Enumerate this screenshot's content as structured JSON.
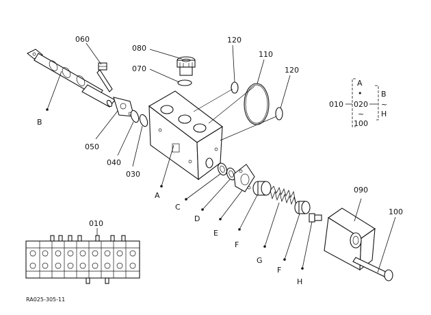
{
  "callouts": {
    "p010_top": "010",
    "p020": "020",
    "p030": "030",
    "p040": "040",
    "p050": "050",
    "p060": "060",
    "p070": "070",
    "p080": "080",
    "p090": "090",
    "p100": "100",
    "p100_legend": "100",
    "p110": "110",
    "p120_left": "120",
    "p120_right": "120",
    "p010_inset": "010"
  },
  "letters": {
    "A": "A",
    "A_legend": "A",
    "B": "B",
    "B_legend": "B",
    "C": "C",
    "D": "D",
    "E": "E",
    "F1": "F",
    "F2": "F",
    "G": "G",
    "H": "H",
    "H_legend": "H"
  },
  "legend": {
    "tilde1": "~",
    "tilde2": "~",
    "bullet": "•"
  },
  "footer": {
    "drawing_code": "RA025-305-11"
  }
}
